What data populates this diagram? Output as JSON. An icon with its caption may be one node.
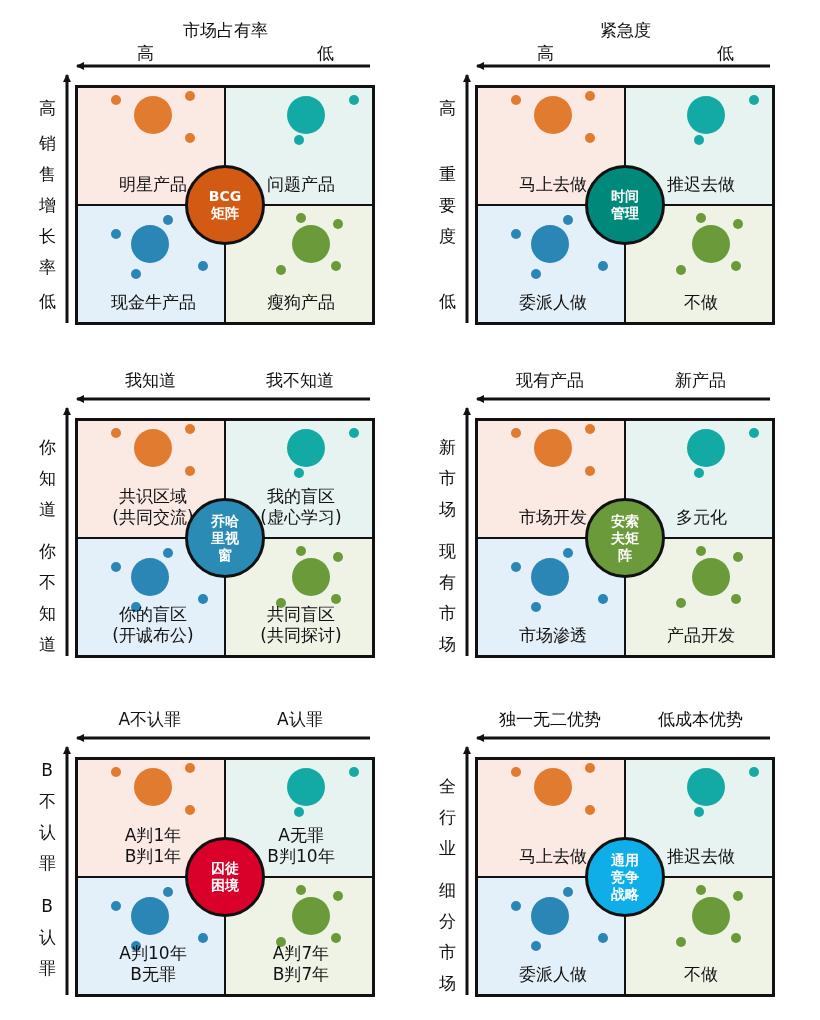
{
  "diagram": {
    "nodes": [
      {
        "text": [
          "明星产品"
        ]
      },
      {
        "text": [
          "问题产品"
        ]
      },
      {
        "text": [
          "现金牛产品"
        ]
      },
      {
        "text": [
          "瘦狗产品"
        ]
      },
      {
        "text": [
          "BCG矩阵"
        ]
      },
      {
        "text": [
          "马上去做"
        ]
      },
      {
        "text": [
          "推迟去做"
        ]
      },
      {
        "text": [
          "委派人做"
        ]
      },
      {
        "text": [
          "不做"
        ]
      },
      {
        "text": [
          "时间管理"
        ]
      },
      {
        "text": [
          "共识区域",
          "(共同交流)"
        ]
      },
      {
        "text": [
          "我的盲区",
          "(虚心学习)"
        ]
      },
      {
        "text": [
          "你的盲区",
          "(开诚布公)"
        ]
      },
      {
        "text": [
          "共同盲区",
          "(共同探讨)"
        ]
      },
      {
        "text": [
          "乔哈里视窗"
        ]
      },
      {
        "text": [
          "市场开发"
        ]
      },
      {
        "text": [
          "多元化"
        ]
      },
      {
        "text": [
          "市场渗透"
        ]
      },
      {
        "text": [
          "产品开发"
        ]
      },
      {
        "text": [
          "安索夫矩阵"
        ]
      },
      {
        "text": [
          "A判1年",
          "B判1年"
        ]
      },
      {
        "text": [
          "A无罪",
          "B判10年"
        ]
      },
      {
        "text": [
          "A判10年",
          "B无罪"
        ]
      },
      {
        "text": [
          "A判7年",
          "B判7年"
        ]
      },
      {
        "text": [
          "囚徒困境"
        ]
      },
      {
        "text": [
          "马上去做"
        ]
      },
      {
        "text": [
          "推迟去做"
        ]
      },
      {
        "text": [
          "委派人做"
        ]
      },
      {
        "text": [
          "不做"
        ]
      },
      {
        "text": [
          "通用竞争战略"
        ]
      }
    ],
    "labels": [
      "市场占有率",
      "高",
      "低",
      "高",
      "销售增长率",
      "低",
      "紧急度",
      "高",
      "低",
      "高",
      "重要度",
      "低",
      "我知道",
      "我不知道",
      "你知道",
      "你不知道",
      "现有产品",
      "新产品",
      "新市场",
      "现有市场",
      "A不认罪",
      "A认罪",
      "B不认罪",
      "B认罪",
      "独一无二优势",
      "低成本优势",
      "全行业",
      "细分市场"
    ]
  }
}
